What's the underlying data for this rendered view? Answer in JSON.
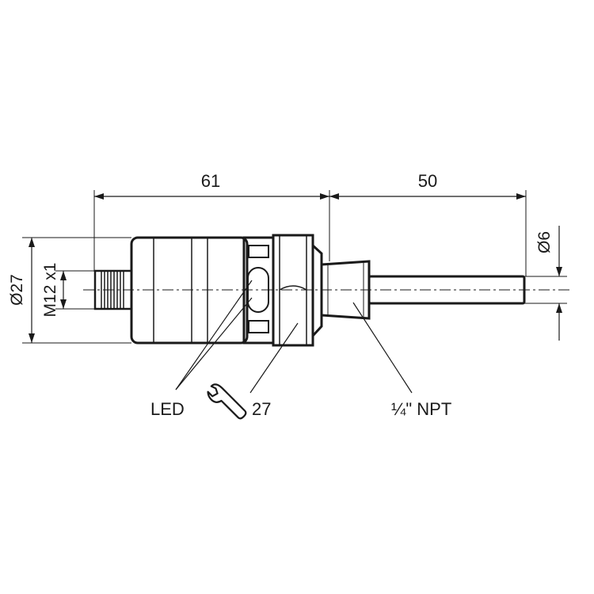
{
  "dimensions": {
    "sensor_length": "61",
    "probe_length": "50",
    "housing_diameter": "Ø27",
    "connector_thread": "M12 x1",
    "probe_diameter": "Ø6"
  },
  "callouts": {
    "led": "LED",
    "wrench_size": "27",
    "process_thread": "¼\" NPT"
  },
  "icons": {
    "wrench": "wrench-icon"
  },
  "colors": {
    "line": "#1a1a1a",
    "background": "#ffffff"
  }
}
